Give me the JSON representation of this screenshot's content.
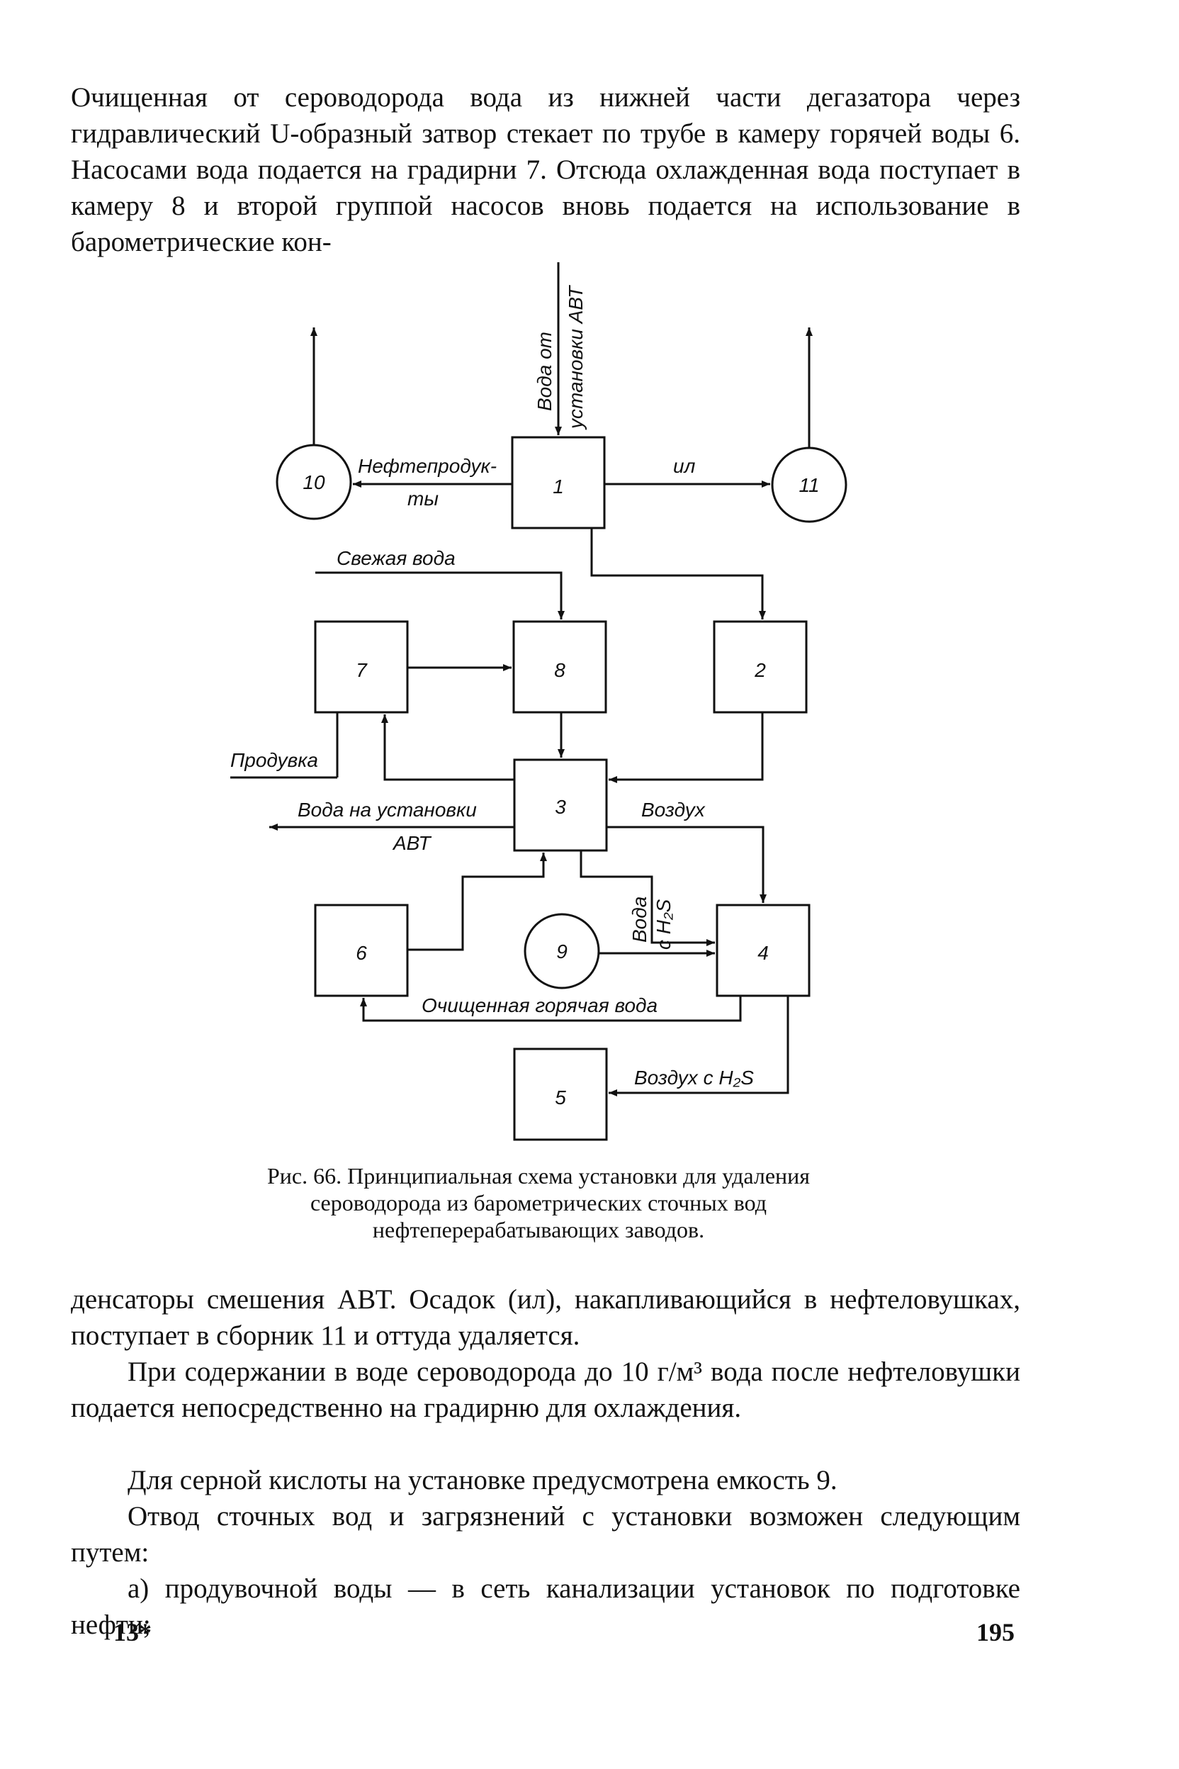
{
  "text_top": "Очищенная от сероводорода вода из нижней части дегазатора через гидравлический U-образный затвор стекает по трубе в камеру горячей воды 6. Насосами вода подается на градирни 7. Отсюда охлажденная вода поступает в камеру 8 и второй группой насосов вновь подается на использование в барометрические кон-",
  "diagram": {
    "box_1": "1",
    "box_2": "2",
    "box_3": "3",
    "box_4": "4",
    "box_5": "5",
    "box_6": "6",
    "box_7": "7",
    "box_8": "8",
    "circle_9": "9",
    "circle_10": "10",
    "circle_11": "11",
    "label_water_from_1": "Вода от",
    "label_water_from_2": "установки АВТ",
    "label_oil_1": "Нефтепродук-",
    "label_oil_2": "ты",
    "label_sludge": "ил",
    "label_fresh_water": "Свежая вода",
    "label_purge": "Продувка",
    "label_water_to_1": "Вода на установки",
    "label_water_to_2": "АВТ",
    "label_air": "Воздух",
    "label_h2s_water_1": "Вода",
    "label_h2s_water_2": "с H₂S",
    "label_clean_hot": "Очищенная горячая вода",
    "label_air_h2s": "Воздух с H₂S"
  },
  "caption": "Рис. 66. Принципиальная схема установки для удаления сероводорода из барометрических сточных вод нефтеперерабатывающих заводов.",
  "text_p1": "денсаторы смешения АВТ. Осадок (ил), накапливающийся в нефтеловушках, поступает в сборник 11 и оттуда удаляется.",
  "text_p2": "При содержании в воде сероводорода до 10 г/м³ вода после нефтеловушки подается непосредственно на градирню для охлаждения.",
  "text_p3": "Для серной кислоты на установке предусмотрена емкость 9.",
  "text_p4": "Отвод сточных вод и загрязнений с установки возможен следующим путем:",
  "text_p5": "а) продувочной воды — в сеть канализации установок по подготовке нефти;",
  "footer_left": "13*",
  "footer_right": "195"
}
